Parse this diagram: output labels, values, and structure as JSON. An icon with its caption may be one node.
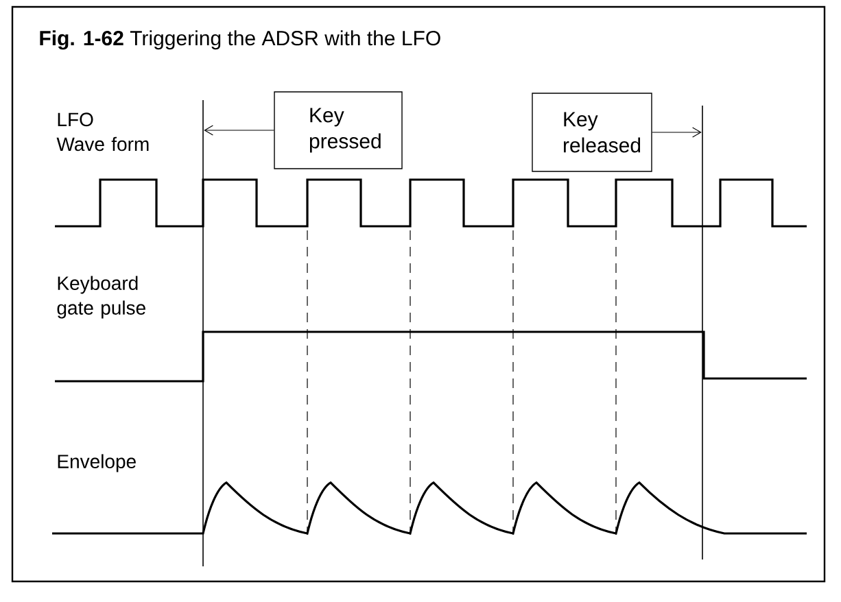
{
  "diagram": {
    "title": "**Fig. 1-62** Triggering the ADSR with the LFO",
    "nodes": [
      {
        "text": [
          "Key pressed"
        ]
      },
      {
        "text": [
          "Key released"
        ]
      },
      {
        "text": [],
        "shape": "line"
      },
      {
        "text": [],
        "shape": "line"
      }
    ],
    "edges": [
      {
        "from": 0,
        "to": 2,
        "arrow": "to"
      },
      {
        "from": 1,
        "to": 3,
        "arrow": "to"
      }
    ],
    "labels": [
      "LFO Wave form",
      "Keyboard gate pulse",
      "Envelope"
    ]
  }
}
